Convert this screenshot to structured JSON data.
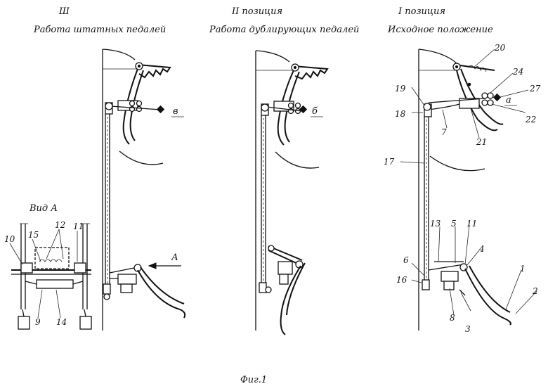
{
  "headings": {
    "col3_roman": "Ш",
    "col3_caption": "Работа штатных педалей",
    "col2_title": "II позиция",
    "col2_caption": "Работа дублирующих педалей",
    "col1_title": "I позиция",
    "col1_caption": "Исходное положение"
  },
  "view_label": "Вид А",
  "arrow_label": "А",
  "figure_caption": "Фиг.1",
  "letters": {
    "v": "в",
    "b": "б",
    "a": "а"
  },
  "part_numbers": {
    "n1": "1",
    "n2": "2",
    "n3": "3",
    "n4": "4",
    "n5": "5",
    "n6": "6",
    "n7": "7",
    "n8": "8",
    "n9": "9",
    "n10": "10",
    "n11": "11",
    "n11b": "11",
    "n12": "12",
    "n13": "13",
    "n14": "14",
    "n15": "15",
    "n16": "16",
    "n17": "17",
    "n18": "18",
    "n19": "19",
    "n20": "20",
    "n21": "21",
    "n22": "22",
    "n24": "24",
    "n27": "27"
  }
}
